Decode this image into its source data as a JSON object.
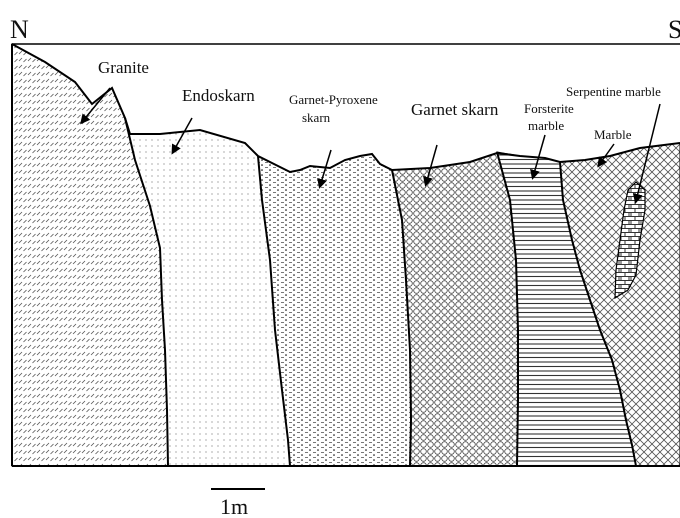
{
  "diagram": {
    "orientation": {
      "left": "N",
      "right": "S"
    },
    "units": [
      {
        "id": "granite",
        "label": "Granite",
        "pattern": "granite-dashes"
      },
      {
        "id": "endoskarn",
        "label": "Endoskarn",
        "pattern": "dots"
      },
      {
        "id": "garnet-pyroxene-skarn",
        "label_line1": "Garnet-Pyroxene",
        "label_line2": "skarn",
        "pattern": "short-dashes"
      },
      {
        "id": "garnet-skarn",
        "label": "Garnet skarn",
        "pattern": "circles"
      },
      {
        "id": "forsterite-marble",
        "label_line1": "Forsterite",
        "label_line2": "marble",
        "pattern": "horizontal-lines"
      },
      {
        "id": "marble",
        "label": "Marble",
        "pattern": "cross-hatch"
      },
      {
        "id": "serpentine-marble",
        "label": "Serpentine marble",
        "pattern": "brick"
      }
    ],
    "scale_bar": {
      "label": "1m"
    }
  }
}
